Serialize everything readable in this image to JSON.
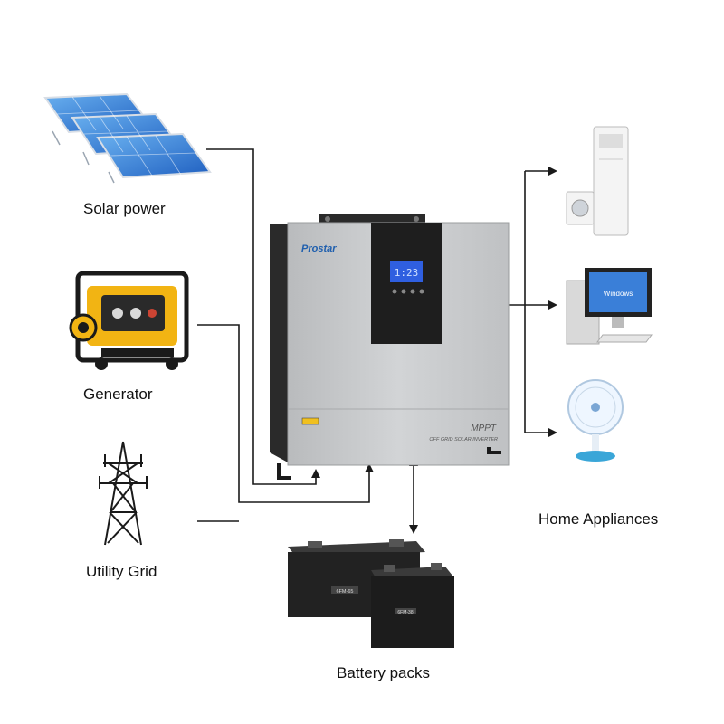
{
  "sources": {
    "solar_label": "Solar power",
    "generator_label": "Generator",
    "grid_label": "Utility Grid"
  },
  "outputs": {
    "home_label": "Home Appliances"
  },
  "storage": {
    "battery_label": "Battery packs",
    "battery_model_1": "6FM-65",
    "battery_model_2": "6FM-38"
  },
  "inverter": {
    "brand": "Prostar",
    "badge": "MPPT",
    "subtitle": "OFF GRID SOLAR INVERTER",
    "display_value": "1:23"
  },
  "appliances": {
    "pc_screen_text": "Windows"
  },
  "colors": {
    "line": "#1a1a1a",
    "inverter_body": "#c6c8ca",
    "inverter_side": "#2a2a2a",
    "lcd": "#2f5fe0",
    "brand": "#1f5fae",
    "solar_panel": "#3a7fd8",
    "generator": "#f2b413",
    "battery": "#222222"
  }
}
